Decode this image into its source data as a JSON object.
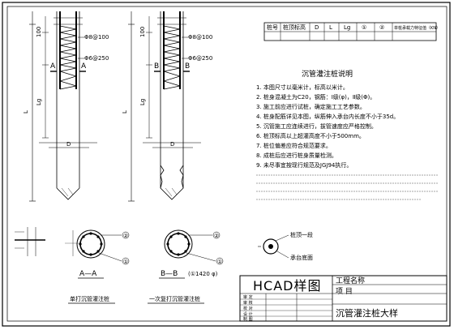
{
  "table": {
    "headers": [
      "桩号",
      "桩顶标高",
      "D",
      "L",
      "Lg",
      "①",
      "②",
      "单桩承载力特征值（KN）"
    ]
  },
  "notes": {
    "title": "沉管灌注桩说明",
    "lines": [
      "1. 本图尺寸以毫米计，标高以米计。",
      "2. 桩身混凝土为C20，钢筋：Ⅰ级(φ)，Ⅱ级(Φ)。",
      "3. 施工前应进行试桩，确定施工工艺参数。",
      "4. 桩身配筋详见本图，纵筋伸入承台内长度不小于35d。",
      "5. 沉管施工应连续进行，拔管速度应严格控制。",
      "6. 桩顶标高以上超灌高度不小于500mm。",
      "7. 桩位偏差应符合规范要求。",
      "8. 成桩后应进行桩身质量检测。",
      "9. 未尽事宜按现行规范及JGJ94执行。"
    ]
  },
  "left_piles": {
    "dim_mark": "100",
    "spiral_label_1": "Φ8@100",
    "spiral_label_2": "Φ6@250",
    "section_mark": "A",
    "length_mark": "L",
    "diameter_mark": "D",
    "lg_mark": "Lg"
  },
  "right_piles": {
    "dim_mark": "100",
    "spiral_label_1": "Φ8@100",
    "spiral_label_2": "Φ6@250",
    "section_mark": "B",
    "length_mark": "L",
    "diameter_mark": "D",
    "lg_mark": "Lg"
  },
  "sections": {
    "aa_label": "A—A",
    "bb_label": "B—B",
    "bb_scale": "(①1420 φ)",
    "aa_caption": "单打沉管灌注桩",
    "bb_caption": "一次复打沉管灌注桩",
    "callout_1": "①",
    "callout_2": "②"
  },
  "cap_detail": {
    "label_1": "桩顶一段",
    "label_2": "承台底面"
  },
  "title_block": {
    "brand": "HCAD样图",
    "project_name": "工程名称",
    "item": "项 目",
    "drawing_title": "沉管灌注桩大样",
    "rows": [
      "审 定",
      "审 核",
      "校 对",
      "设 计",
      "制 图"
    ]
  }
}
